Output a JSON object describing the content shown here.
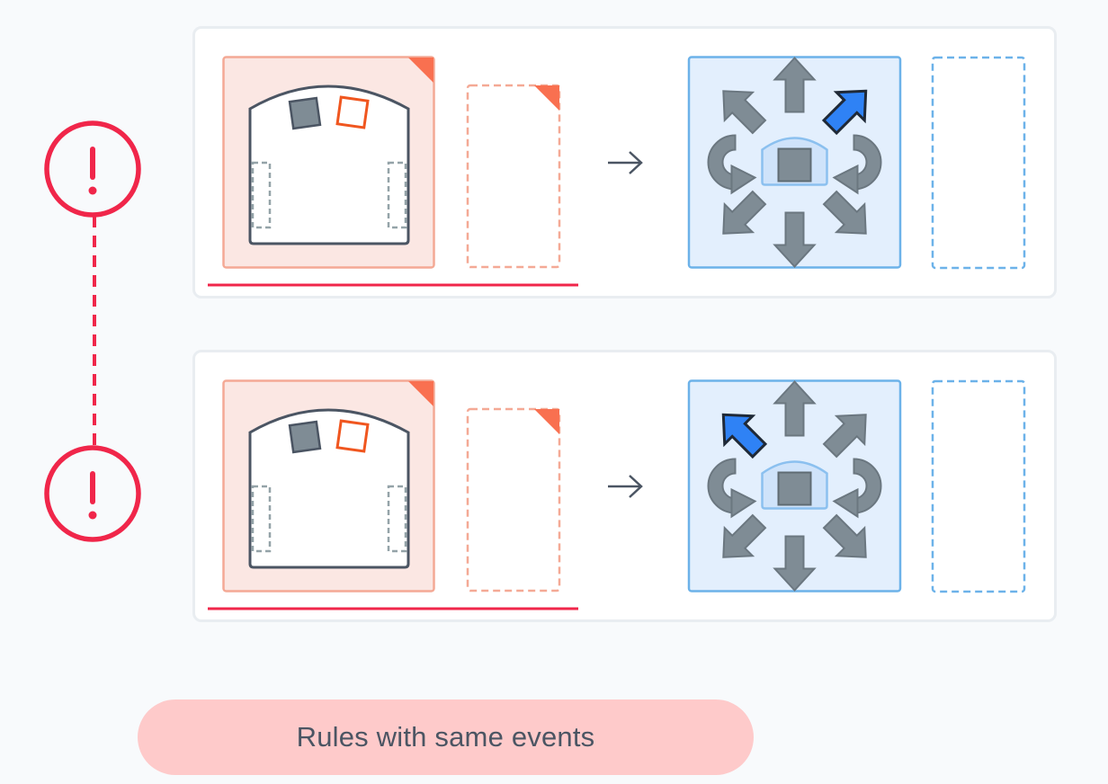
{
  "caption": {
    "text": "Rules with same events"
  },
  "colors": {
    "event_fill": "#fbe7e3",
    "event_border": "#f4a995",
    "event_corner": "#f97050",
    "action_fill": "#e3effd",
    "action_border": "#6cb2e9",
    "robot_stroke": "#4b5563",
    "sensor_fill": "#7f8c95",
    "sensor_outline": "#f0561f",
    "arrow_gray": "#7f8c95",
    "arrow_highlight": "#2f82f5",
    "warning": "#f0264a",
    "pill": "#fecaca"
  },
  "icons": {
    "warning": "exclamation-circle-icon",
    "arrow": "right-arrow-icon",
    "robot": "robot-icon",
    "motion": "motion-arrows-icon"
  },
  "rules": [
    {
      "highlighted_motion": "forward-right"
    },
    {
      "highlighted_motion": "forward-left"
    }
  ]
}
